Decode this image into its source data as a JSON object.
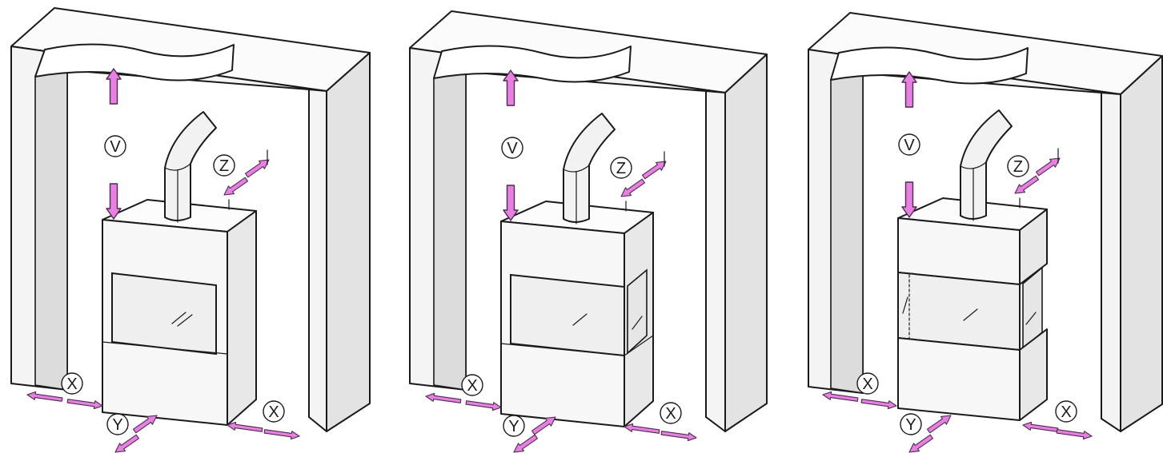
{
  "labels": {
    "vertical_clearance": "V",
    "side_clearance": "X",
    "front_clearance": "Y",
    "rear_clearance": "Z"
  },
  "colors": {
    "arrow": "#e87fe3",
    "outline": "#1a1a1a"
  },
  "panels": [
    {
      "variant": "single-glass-front"
    },
    {
      "variant": "two-sided-glass"
    },
    {
      "variant": "three-sided-glass"
    }
  ]
}
